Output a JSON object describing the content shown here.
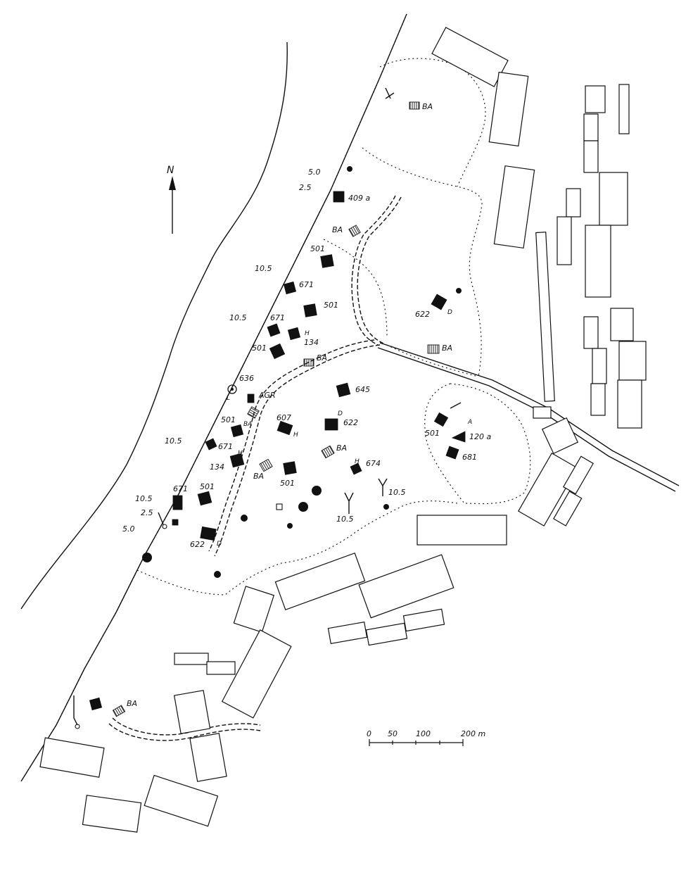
{
  "north_label": "N",
  "scale_bar": {
    "ticks": [
      "0",
      "50",
      "100",
      "200 m"
    ]
  },
  "labels": {
    "depth_5_0_top": "5.0",
    "depth_2_5_top": "2.5",
    "bld_409a": "409 a",
    "ba_top": "BA",
    "ba_upper": "BA",
    "bld_501_a": "501",
    "depth_10_5_a": "10.5",
    "bld_671_a": "671",
    "bld_501_b": "501",
    "depth_10_5_b": "10.5",
    "bld_671_b": "671",
    "bld_134_a": "134",
    "h_a": "H",
    "bld_501_c": "501",
    "ba_mid": "BA",
    "bld_622_a": "622",
    "d_a": "D",
    "ba_road": "BA",
    "bld_636": "636",
    "l_mark": "L",
    "agr": "AGR",
    "bld_645": "645",
    "bld_607": "607",
    "h_b": "H",
    "d_b": "D",
    "bld_622_b": "622",
    "bld_501_d": "501",
    "ba_left": "BA",
    "depth_10_5_c": "10.5",
    "bld_671_c": "671",
    "bld_134_b": "134",
    "h_c": "H",
    "ba_center": "BA",
    "ba_lower": "BA",
    "bld_501_e": "501",
    "bld_674": "674",
    "h_d": "H",
    "bld_501_f": "501",
    "a_mark": "A",
    "bld_120a": "120 a",
    "bld_681": "681",
    "depth_10_5_d": "10.5",
    "depth_10_5_e": "10.5",
    "depth_10_5_f": "10.5",
    "bld_671_d": "671",
    "bld_501_g": "501",
    "depth_2_5_bottom": "2.5",
    "depth_5_0_bottom": "5.0",
    "bld_622_c": "622",
    "d_c": "D",
    "ba_south": "BA"
  }
}
